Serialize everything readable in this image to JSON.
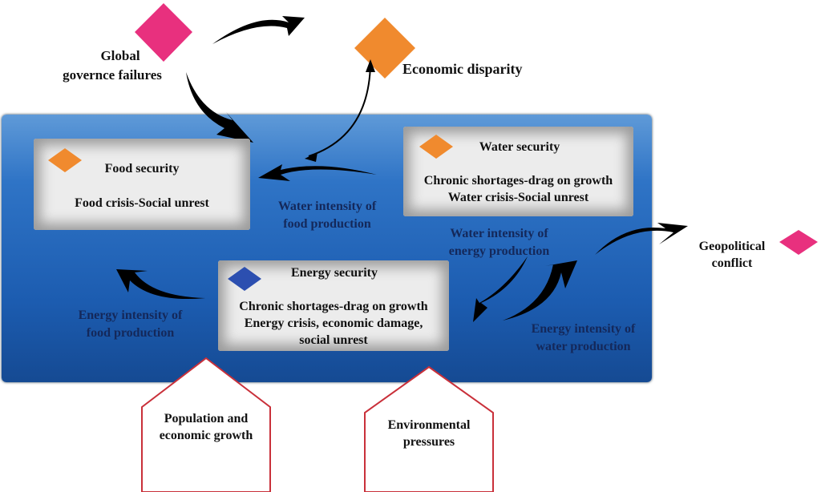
{
  "external": {
    "global_governance": [
      "Global",
      "governce failures"
    ],
    "economic_disparity": "Economic disparity",
    "geopolitical_conflict": [
      "Geopolitical",
      "conflict"
    ]
  },
  "boxes": {
    "food": {
      "title": "Food security",
      "lines": [
        "Food crisis-Social unrest"
      ]
    },
    "water": {
      "title": "Water security",
      "lines": [
        "Chronic shortages-drag on growth",
        "Water crisis-Social unrest"
      ]
    },
    "energy": {
      "title": "Energy security",
      "lines": [
        "Chronic shortages-drag on growth",
        "Energy crisis, economic damage,",
        "social unrest"
      ]
    }
  },
  "links": {
    "water_food": [
      "Water intensity of",
      "food production"
    ],
    "water_energy": [
      "Water intensity of",
      "energy production"
    ],
    "energy_food": [
      "Energy intensity of",
      "food production"
    ],
    "energy_water": [
      "Energy intensity of",
      "water production"
    ]
  },
  "drivers": {
    "population": [
      "Population and",
      "economic growth"
    ],
    "environment": [
      "Environmental",
      "pressures"
    ]
  },
  "colors": {
    "pink": "#e8307e",
    "orange": "#f08a2e",
    "blue": "#2c4fb0",
    "panel": "#1f62b5",
    "driver_border": "#c9303a"
  }
}
